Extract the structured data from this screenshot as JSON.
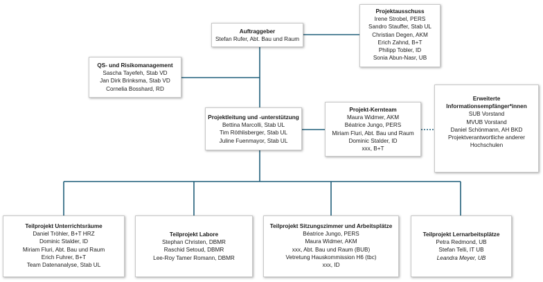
{
  "colors": {
    "connector": "#1f5e7a",
    "box_border": "#c8c8c8"
  },
  "auftraggeber": {
    "title": "Auftraggeber",
    "members": [
      "Stefan Rufer, Abt. Bau und Raum"
    ]
  },
  "projektausschuss": {
    "title": "Projektausschuss",
    "members": [
      "Irene Strobel, PERS",
      "Sandro Stauffer, Stab UL",
      "Christian Degen, AKM",
      "Erich Zahnd, B+T",
      "Philipp Tobler, ID",
      "Sonia Abun-Nasr, UB"
    ]
  },
  "qs": {
    "title": "QS- und Risikomanagement",
    "members": [
      "Sascha Tayefeh, Stab VD",
      "Jan Dirk Brinksma, Stab VD",
      "Cornelia Bosshard, RD"
    ]
  },
  "projektleitung": {
    "title": "Projektleitung und -unterstützung",
    "members": [
      "Bettina Marcolli, Stab UL",
      "Tim Röthlisberger, Stab UL",
      "Juline Fuenmayor, Stab UL"
    ]
  },
  "kernteam": {
    "title": "Projekt-Kernteam",
    "members": [
      "Maura Widmer, AKM",
      "Béatrice Jungo, PERS",
      "Miriam Fluri, Abt. Bau und Raum",
      "Dominic Stalder, ID",
      "xxx, B+T"
    ]
  },
  "informationsempfaenger": {
    "title_lines": [
      "Erweiterte",
      "Informationsempfänger*innen"
    ],
    "members": [
      "SUB Vorstand",
      "MVUB Vorstand",
      "Daniel Schönmann, AH BKD",
      "Projektverantwortliche anderer",
      "Hochschulen"
    ]
  },
  "teilprojekte": [
    {
      "title": "Teilprojekt Unterrichtsräume",
      "members": [
        "Daniel Tröhler, B+T HRZ",
        "Dominic Stalder, ID",
        "Miriam Fluri, Abt. Bau und Raum",
        "Erich Fuhrer, B+T",
        "Team Datenanalyse, Stab UL"
      ]
    },
    {
      "title": "Teilprojekt Labore",
      "members": [
        "Stephan Christen, DBMR",
        "Raschid Setoud, DBMR",
        "Lee-Roy Tamer Romann, DBMR"
      ]
    },
    {
      "title": "Teilprojekt Sitzungszimmer und Arbeitsplätze",
      "members": [
        "Béatrice Jungo, PERS",
        "Maura Widmer, AKM",
        "xxx, Abt. Bau und Raum (BUB)",
        "Vetretung Hauskommission H6 (tbc)",
        "xxx, ID"
      ]
    },
    {
      "title": "Teilprojekt Lernarbeitsplätze",
      "members": [
        "Petra Redmond, UB",
        "Stefan Telli, IT UB",
        "Leandra Meyer, UB"
      ]
    }
  ]
}
